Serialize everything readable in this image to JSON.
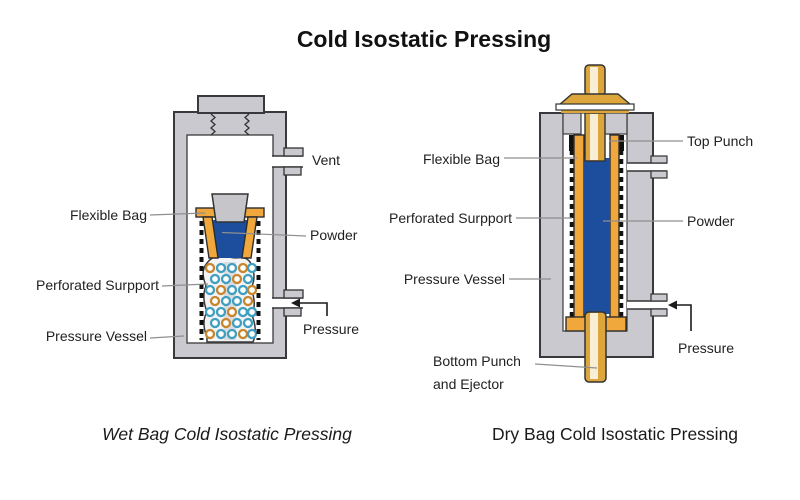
{
  "title": "Cold Isostatic Pressing",
  "wet": {
    "caption": "Wet Bag Cold Isostatic Pressing",
    "labels": {
      "vent": "Vent",
      "flexible_bag": "Flexible Bag",
      "powder": "Powder",
      "perforated_support": "Perforated  Surpport",
      "pressure_vessel": "Pressure Vessel",
      "pressure": "Pressure"
    }
  },
  "dry": {
    "caption": "Dry Bag Cold Isostatic Pressing",
    "labels": {
      "top_punch": "Top Punch",
      "flexible_bag": "Flexible Bag",
      "perforated_support": "Perforated  Surpport",
      "powder": "Powder",
      "pressure_vessel": "Pressure Vessel",
      "bottom_punch_line1": "Bottom Punch",
      "bottom_punch_line2": "and Ejector",
      "pressure": "Pressure"
    }
  },
  "colors": {
    "vessel_gray": "#c9c9cf",
    "bag_yellow": "#f0a73c",
    "powder_blue": "#1d4e9e",
    "punch_gold": "#dda63c",
    "punch_highlight": "#f8eed6",
    "outline": "#333333",
    "dot_blue": "#3f9fbe",
    "dot_orange": "#c8862c"
  }
}
